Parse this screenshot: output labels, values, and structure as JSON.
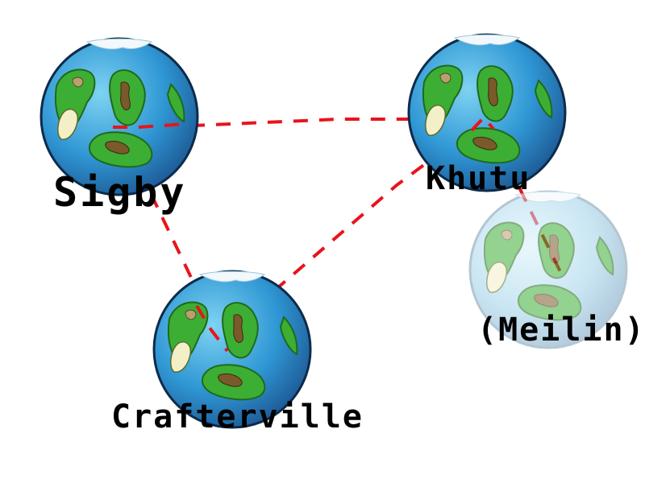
{
  "planets": [
    {
      "id": "sigby",
      "name": "Sigby",
      "visited": true
    },
    {
      "id": "khutu",
      "name": "Khutu",
      "visited": true
    },
    {
      "id": "meilin",
      "name": "(Meilin)",
      "visited": false
    },
    {
      "id": "crafterville",
      "name": "Crafterville",
      "visited": true
    }
  ],
  "routes": [
    {
      "from": "Sigby",
      "to": "Khutu",
      "style": "dashed"
    },
    {
      "from": "Sigby",
      "to": "Crafterville",
      "style": "dashed"
    },
    {
      "from": "Khutu",
      "to": "Crafterville",
      "style": "dashed"
    },
    {
      "from": "Khutu",
      "to": "(Meilin)",
      "style": "dashed"
    }
  ],
  "colors": {
    "route": "#e8141c",
    "ocean": "#2c8fd0",
    "land": "#3aa62e",
    "ice_cap": "#f2f8fb",
    "label": "#000000"
  }
}
